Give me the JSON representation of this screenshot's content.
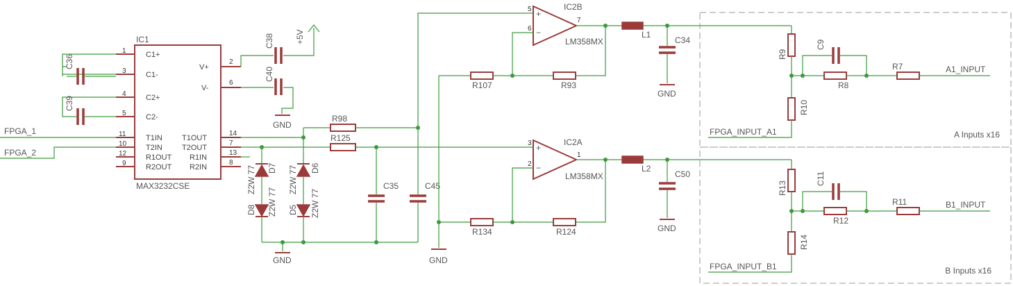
{
  "ic1": {
    "name": "IC1",
    "part": "MAX3232CSE",
    "pins": [
      {
        "num": "1",
        "label": "C1+"
      },
      {
        "num": "3",
        "label": "C1-"
      },
      {
        "num": "4",
        "label": "C2+"
      },
      {
        "num": "5",
        "label": "C2-"
      },
      {
        "num": "11",
        "label": "T1IN"
      },
      {
        "num": "10",
        "label": "T2IN"
      },
      {
        "num": "12",
        "label": "R1OUT"
      },
      {
        "num": "9",
        "label": "R2OUT"
      },
      {
        "num": "2",
        "label": "V+"
      },
      {
        "num": "6",
        "label": "V-"
      },
      {
        "num": "14",
        "label": "T1OUT"
      },
      {
        "num": "7",
        "label": "T2OUT"
      },
      {
        "num": "13",
        "label": "R1IN"
      },
      {
        "num": "8",
        "label": "R2IN"
      }
    ]
  },
  "ic2b": {
    "name": "IC2B",
    "part": "LM358MX",
    "pin_plus": "5",
    "pin_minus": "6",
    "pin_out": "7"
  },
  "ic2a": {
    "name": "IC2A",
    "part": "LM358MX",
    "pin_plus": "3",
    "pin_minus": "2",
    "pin_out": "1"
  },
  "signals": {
    "fpga1": "FPGA_1",
    "fpga2": "FPGA_2",
    "a1_input": "A1_INPUT",
    "b1_input": "B1_INPUT",
    "fpga_input_a1": "FPGA_INPUT_A1",
    "fpga_input_b1": "FPGA_INPUT_B1"
  },
  "supplies": {
    "plus5v": "+5V",
    "gnd": "GND"
  },
  "groups": {
    "a": "A Inputs x16",
    "b": "B Inputs x16"
  },
  "parts": {
    "C36": "C36",
    "C39": "C39",
    "C38": "C38",
    "C40": "C40",
    "R98": "R98",
    "R125": "R125",
    "D7": "D7",
    "D6": "D6",
    "D8": "D8",
    "D5": "D5",
    "zener": "Z2W 77",
    "C35": "C35",
    "C45": "C45",
    "R107": "R107",
    "R93": "R93",
    "R134": "R134",
    "R124": "R124",
    "L1": "L1",
    "L2": "L2",
    "C34": "C34",
    "C50": "C50",
    "R9": "R9",
    "R10": "R10",
    "C9": "C9",
    "R8": "R8",
    "R7": "R7",
    "R13": "R13",
    "R14": "R14",
    "C11": "C11",
    "R12": "R12",
    "R11": "R11"
  }
}
